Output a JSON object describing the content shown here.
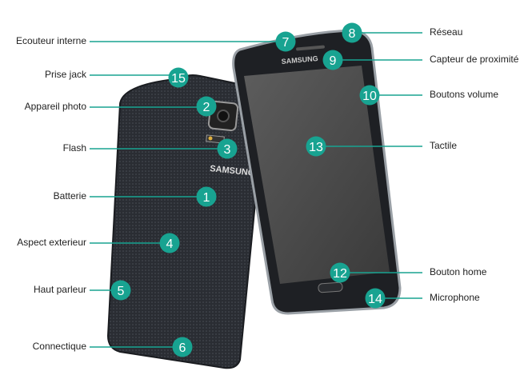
{
  "accent_color": "#18a391",
  "brand_back": "SAMSUNG",
  "brand_front": "SAMSUNG",
  "callouts": [
    {
      "n": "7",
      "label": "Ecouteur interne"
    },
    {
      "n": "15",
      "label": "Prise jack"
    },
    {
      "n": "2",
      "label": "Appareil photo"
    },
    {
      "n": "3",
      "label": "Flash"
    },
    {
      "n": "1",
      "label": "Batterie"
    },
    {
      "n": "4",
      "label": "Aspect exterieur"
    },
    {
      "n": "5",
      "label": "Haut parleur"
    },
    {
      "n": "6",
      "label": "Connectique"
    },
    {
      "n": "8",
      "label": "Réseau"
    },
    {
      "n": "9",
      "label": "Capteur de proximité"
    },
    {
      "n": "10",
      "label": "Boutons volume"
    },
    {
      "n": "13",
      "label": "Tactile"
    },
    {
      "n": "12",
      "label": "Bouton home"
    },
    {
      "n": "14",
      "label": "Microphone"
    }
  ]
}
